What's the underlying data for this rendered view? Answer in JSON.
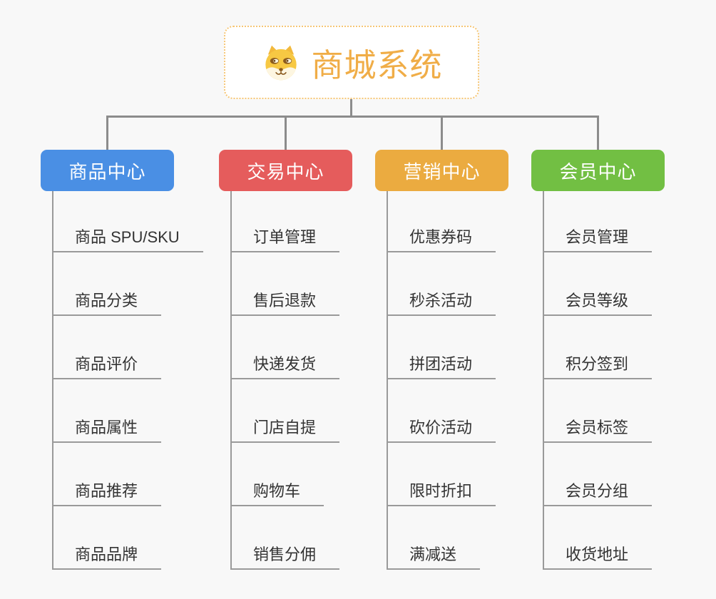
{
  "root": {
    "title": "商城系统",
    "icon": "dog-face-icon"
  },
  "colors": {
    "background": "#f8f8f8",
    "root_border": "#f6c675",
    "root_text": "#f0ad47",
    "connector": "#8c8c8c",
    "item_line": "#9a9a9a",
    "item_text": "#333333"
  },
  "branches": [
    {
      "label": "商品中心",
      "color": "#4a8fe4",
      "children": [
        "商品 SPU/SKU",
        "商品分类",
        "商品评价",
        "商品属性",
        "商品推荐",
        "商品品牌"
      ]
    },
    {
      "label": "交易中心",
      "color": "#e55c5c",
      "children": [
        "订单管理",
        "售后退款",
        "快递发货",
        "门店自提",
        "购物车",
        "销售分佣"
      ]
    },
    {
      "label": "营销中心",
      "color": "#ebab40",
      "children": [
        "优惠券码",
        "秒杀活动",
        "拼团活动",
        "砍价活动",
        "限时折扣",
        "满减送"
      ]
    },
    {
      "label": "会员中心",
      "color": "#72bf43",
      "children": [
        "会员管理",
        "会员等级",
        "积分签到",
        "会员标签",
        "会员分组",
        "收货地址"
      ]
    }
  ]
}
